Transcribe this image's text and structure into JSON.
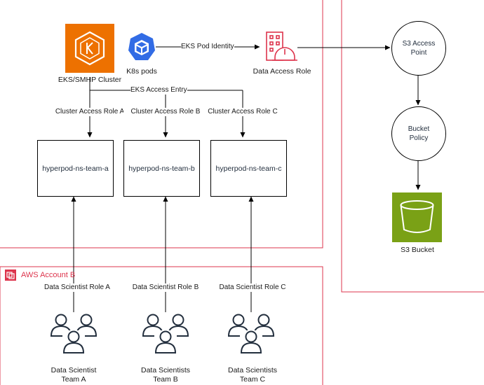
{
  "cluster": {
    "label": "EKS/SMHP Cluster"
  },
  "pods": {
    "label": "K8s pods"
  },
  "pod_identity": {
    "label": "EKS Pod Identity"
  },
  "data_access_role": {
    "label": "Data Access Role"
  },
  "access_entry": {
    "label": "EKS Access Entry"
  },
  "cluster_roles": [
    "Cluster Access Role A",
    "Cluster Access Role B",
    "Cluster Access Role C"
  ],
  "namespaces": [
    "hyperpod-ns-team-a",
    "hyperpod-ns-team-b",
    "hyperpod-ns-team-c"
  ],
  "account_b": {
    "title": "AWS Account B"
  },
  "scientist_roles": [
    "Data Scientist Role A",
    "Data Scientist Role B",
    "Data Scientist Role C"
  ],
  "teams": [
    {
      "line1": "Data Scientist",
      "line2": "Team A"
    },
    {
      "line1": "Data Scientists",
      "line2": "Team B"
    },
    {
      "line1": "Data Scientists",
      "line2": "Team C"
    }
  ],
  "s3_access_point": {
    "line1": "S3 Access",
    "line2": "Point"
  },
  "bucket_policy": {
    "line1": "Bucket",
    "line2": "Policy"
  },
  "s3_bucket": {
    "label": "S3 Bucket"
  },
  "colors": {
    "account_border": "#dd344c",
    "eks_orange": "#ed7100",
    "k8s_blue": "#326ce5",
    "s3_green": "#7aa116",
    "role_red": "#dd344c"
  }
}
